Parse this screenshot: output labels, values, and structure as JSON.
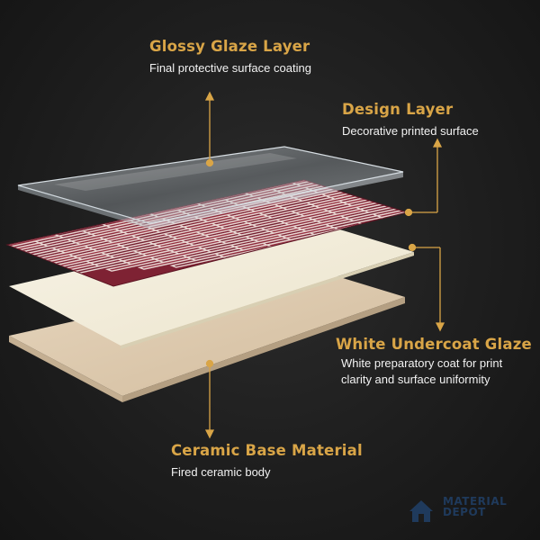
{
  "labels": {
    "glossy": {
      "title": "Glossy Glaze Layer",
      "subtitle": "Final protective surface coating"
    },
    "design": {
      "title": "Design Layer",
      "subtitle": "Decorative printed surface"
    },
    "white": {
      "title": "White Undercoat Glaze",
      "subtitle": "White preparatory coat for print clarity and surface uniformity"
    },
    "ceramic": {
      "title": "Ceramic Base Material",
      "subtitle": "Fired ceramic body"
    }
  },
  "logo": {
    "line1": "MATERIAL",
    "line2": "DEPOT"
  },
  "colors": {
    "accent": "#d9a547",
    "background": "#1c1c1c",
    "brick": "#8a2a3a",
    "undercoat": "#f3efdf",
    "ceramic": "#dcc8ae",
    "logo": "#1f3a5c"
  }
}
